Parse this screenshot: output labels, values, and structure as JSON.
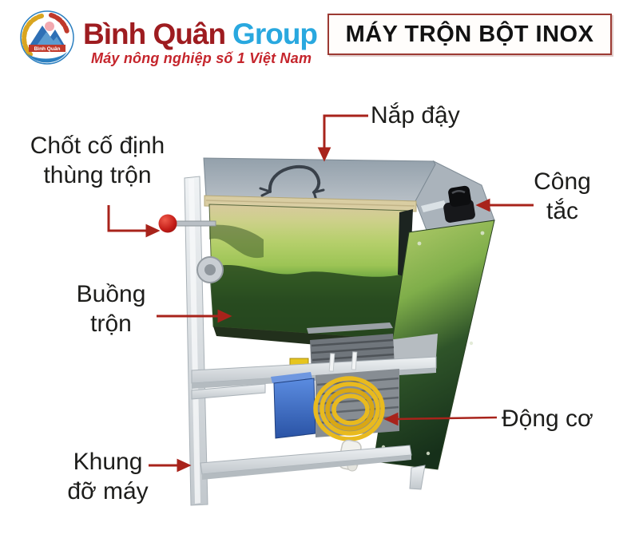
{
  "logo": {
    "brand": "Bình Quân",
    "brand_suffix": "Group",
    "tagline": "Máy nông nghiệp số 1 Việt Nam",
    "emblem_text": "Bình Quân"
  },
  "title": "MÁY TRỘN BỘT INOX",
  "labels": {
    "lid": "Nắp đậy",
    "pin": [
      "Chốt cố định",
      "thùng trộn"
    ],
    "switch": [
      "Công",
      "tắc"
    ],
    "chamber": [
      "Buồng",
      "trộn"
    ],
    "motor": "Động cơ",
    "frame": [
      "Khung",
      "đỡ máy"
    ]
  },
  "colors": {
    "annotation_arrow": "#a8231b",
    "label_text": "#1d1d1b",
    "title_border": "#9c3a33",
    "brand_maroon": "#9e1c20",
    "brand_blue": "#29a8df",
    "tagline_red": "#c5252c",
    "drum_reflection_dark": "#2c4d28",
    "drum_reflection_light": "#b9cf6a",
    "cable_yellow": "#e9ba1e",
    "motor_box_blue": "#3a6fc4",
    "knob_red": "#c02020"
  }
}
